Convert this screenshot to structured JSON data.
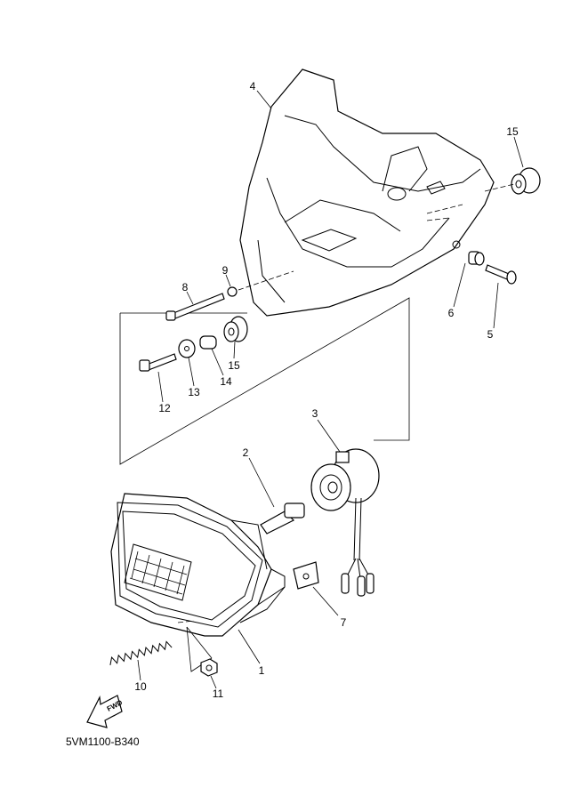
{
  "diagram": {
    "code": "5VM1100-B340",
    "fwd_label": "FWD",
    "callouts": {
      "c1": "1",
      "c2": "2",
      "c3": "3",
      "c4": "4",
      "c5": "5",
      "c6": "6",
      "c7": "7",
      "c8": "8",
      "c9": "9",
      "c10": "10",
      "c11": "11",
      "c12": "12",
      "c13": "13",
      "c14": "14",
      "c15a": "15",
      "c15b": "15"
    }
  }
}
